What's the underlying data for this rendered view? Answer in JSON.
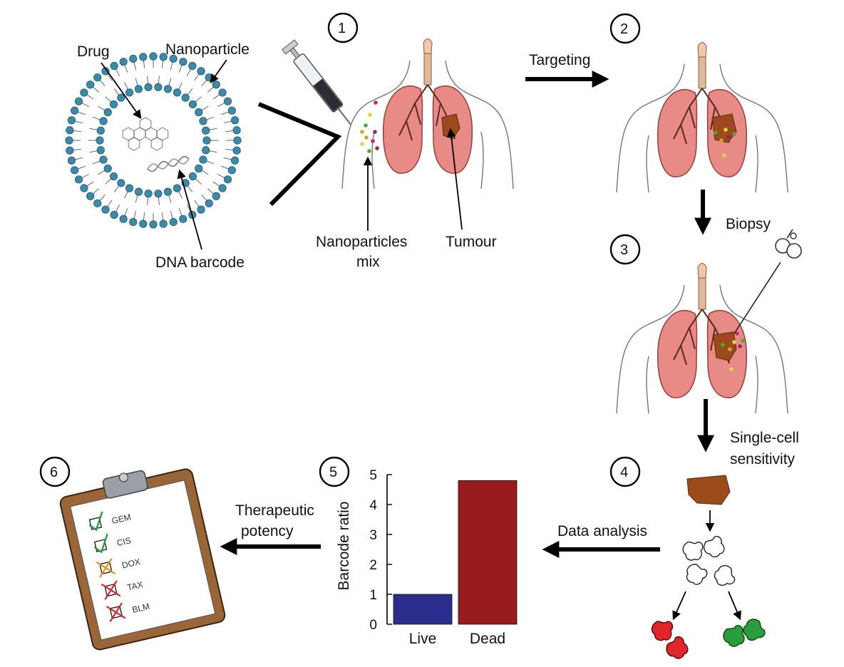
{
  "steps": [
    "1",
    "2",
    "3",
    "4",
    "5",
    "6"
  ],
  "nanoparticle": {
    "drug_label": "Drug",
    "nanoparticle_label": "Nanoparticle",
    "barcode_label": "DNA barcode"
  },
  "panel1": {
    "mix_label_line1": "Nanoparticles",
    "mix_label_line2": "mix",
    "tumour_label": "Tumour"
  },
  "arrows": {
    "targeting": "Targeting",
    "biopsy": "Biopsy",
    "single_cell_line1": "Single-cell",
    "single_cell_line2": "sensitivity",
    "data_analysis": "Data analysis",
    "therapeutic_line1": "Therapeutic",
    "therapeutic_line2": "potency"
  },
  "clipboard": {
    "items": [
      {
        "name": "GEM",
        "mark": "check",
        "color": "#2e9e3a"
      },
      {
        "name": "CIS",
        "mark": "check",
        "color": "#2e9e3a"
      },
      {
        "name": "DOX",
        "mark": "cross",
        "color": "#e8911e"
      },
      {
        "name": "TAX",
        "mark": "cross",
        "color": "#d9262c"
      },
      {
        "name": "BLM",
        "mark": "cross",
        "color": "#d9262c"
      }
    ]
  },
  "colors": {
    "lung": "#e88a86",
    "tumour": "#9b4a1a",
    "bar_live": "#2b2e8f",
    "bar_dead": "#981b1e",
    "membrane_head": "#3d8aa8",
    "cell_red": "#e0262b",
    "cell_green": "#2a9e3c"
  },
  "chart_data": {
    "type": "bar",
    "categories": [
      "Live",
      "Dead"
    ],
    "values": [
      1,
      4.8
    ],
    "ylabel": "Barcode ratio",
    "ylim": [
      0,
      5
    ],
    "yticks": [
      "0",
      "1",
      "2",
      "3",
      "4",
      "5"
    ]
  }
}
